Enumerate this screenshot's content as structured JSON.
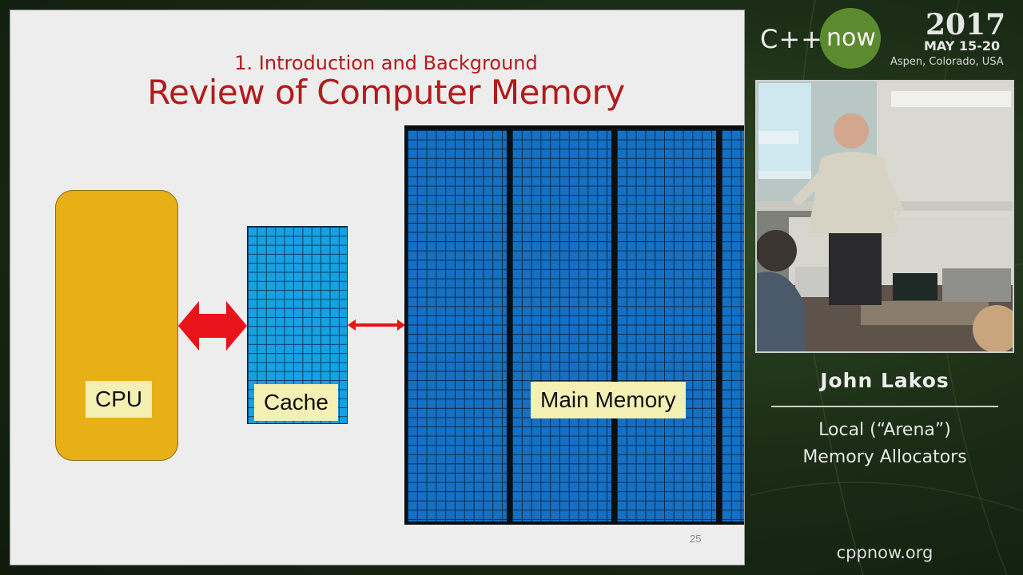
{
  "slide": {
    "subtitle": "1. Introduction and Background",
    "title": "Review of Computer Memory",
    "cpu_label": "CPU",
    "cache_label": "Cache",
    "memory_label": "Main Memory",
    "page_number": "25"
  },
  "branding": {
    "cpp": "C++",
    "now": "now",
    "year": "2017",
    "dates": "MAY 15-20",
    "location": "Aspen, Colorado, USA"
  },
  "speaker": {
    "name": "John Lakos"
  },
  "talk": {
    "line1": "Local (“Arena”)",
    "line2": "Memory Allocators"
  },
  "site": "cppnow.org",
  "colors": {
    "title_red": "#b31b1b",
    "cpu_yellow": "#e8b017",
    "cache_blue": "#16a1e1",
    "memory_blue": "#1670c2",
    "arrow_red": "#e8141a",
    "brand_green": "#5c8a2e"
  }
}
